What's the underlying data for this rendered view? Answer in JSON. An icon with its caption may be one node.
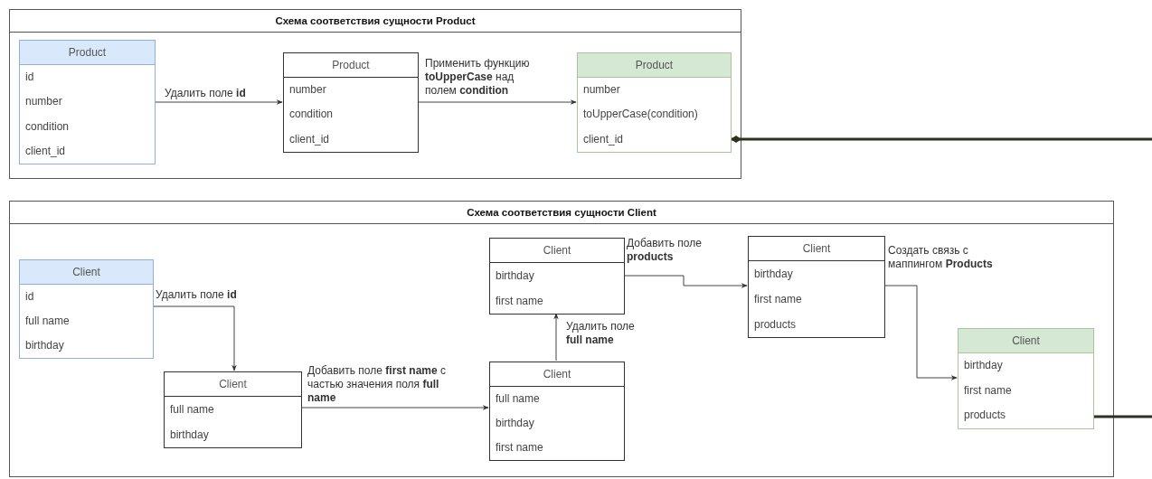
{
  "diagram": {
    "nodes": [
      {
        "text": [
          "Схема соответствия сущности Product"
        ]
      },
      {
        "text": [
          "Product",
          "id",
          "number",
          "condition",
          "client_id"
        ],
        "in": 0
      },
      {
        "text": [
          "Product",
          "number",
          "condition",
          "client_id"
        ],
        "in": 0
      },
      {
        "text": [
          "Product",
          "number",
          "toUpperCase(condition)",
          "client_id"
        ],
        "in": 0
      },
      {
        "text": [
          "Схема соответствия сущности Client"
        ]
      },
      {
        "text": [
          "Client",
          "id",
          "full name",
          "birthday"
        ],
        "in": 4
      },
      {
        "text": [
          "Client",
          "full name",
          "birthday"
        ],
        "in": 4
      },
      {
        "text": [
          "Client",
          "full name",
          "birthday",
          "first name"
        ],
        "in": 4
      },
      {
        "text": [
          "Client",
          "birthday",
          "first name"
        ],
        "in": 4
      },
      {
        "text": [
          "Client",
          "birthday",
          "first name",
          "products"
        ],
        "in": 4
      },
      {
        "text": [
          "Client",
          "birthday",
          "first name",
          "products"
        ],
        "in": 4
      }
    ],
    "edges": [
      {
        "from": 1,
        "to": 2,
        "arrow": "to",
        "label": "Удалить поле **id**"
      },
      {
        "from": 2,
        "to": 3,
        "arrow": "to",
        "label": "Применить функцию **toUpperCase** над полем **condition**"
      },
      {
        "from": 3,
        "to": null,
        "arrow": "other",
        "style": "thick"
      },
      {
        "from": 10,
        "to": null,
        "arrow": "none",
        "style": "thick"
      },
      {
        "from": 5,
        "to": 6,
        "arrow": "to",
        "label": "Удалить поле **id**"
      },
      {
        "from": 6,
        "to": 7,
        "arrow": "to",
        "label": "Добавить поле **first name** с частью значения поля **full name**"
      },
      {
        "from": 7,
        "to": 8,
        "arrow": "to",
        "label": "Удалить поле **full name**"
      },
      {
        "from": 8,
        "to": 9,
        "arrow": "to",
        "label": "Добавить поле **products**"
      },
      {
        "from": 9,
        "to": 10,
        "arrow": "to",
        "label": "Создать связь с маппингом **Products**"
      }
    ]
  }
}
